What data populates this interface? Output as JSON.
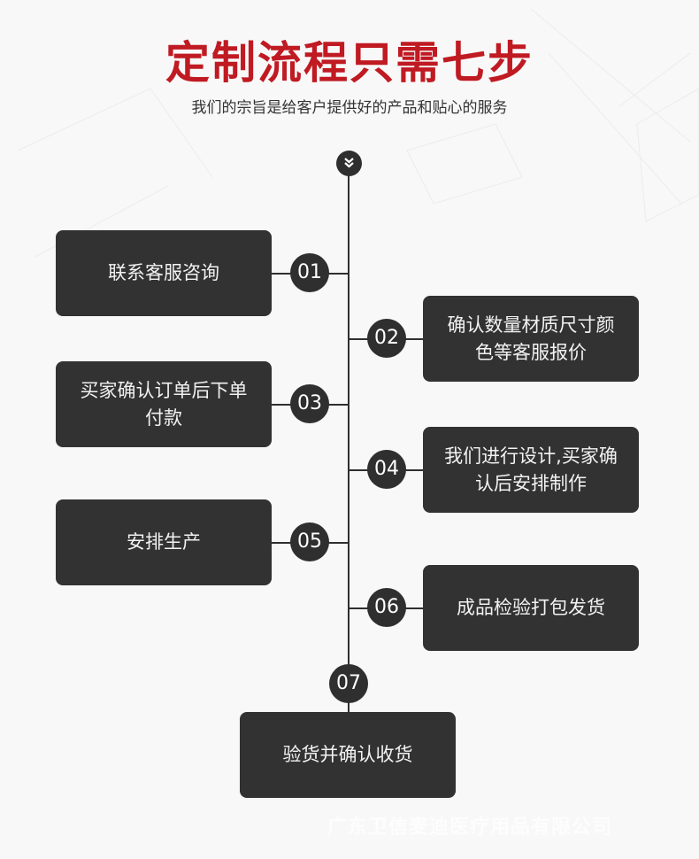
{
  "header": {
    "title": "定制流程只需七步",
    "subtitle": "我们的宗旨是给客户提供好的产品和贴心的服务"
  },
  "colors": {
    "title_red": "#c01a22",
    "box_bg": "#323232",
    "line": "#2f2f2f",
    "background": "#f8f8f8"
  },
  "timeline": {
    "start_icon": "double-chevron-down-icon",
    "steps": [
      {
        "number": "01",
        "text": "联系客服咨询",
        "side": "left"
      },
      {
        "number": "02",
        "text": "确认数量材质尺寸颜色等客服报价",
        "side": "right"
      },
      {
        "number": "03",
        "text": "买家确认订单后下单付款",
        "side": "left"
      },
      {
        "number": "04",
        "text": "我们进行设计,买家确认后安排制作",
        "side": "right"
      },
      {
        "number": "05",
        "text": "安排生产",
        "side": "left"
      },
      {
        "number": "06",
        "text": "成品检验打包发货",
        "side": "right"
      },
      {
        "number": "07",
        "text": "验货并确认收货",
        "side": "bottom"
      }
    ]
  },
  "watermark": "广东卫信麦迪医疗用品有限公司"
}
